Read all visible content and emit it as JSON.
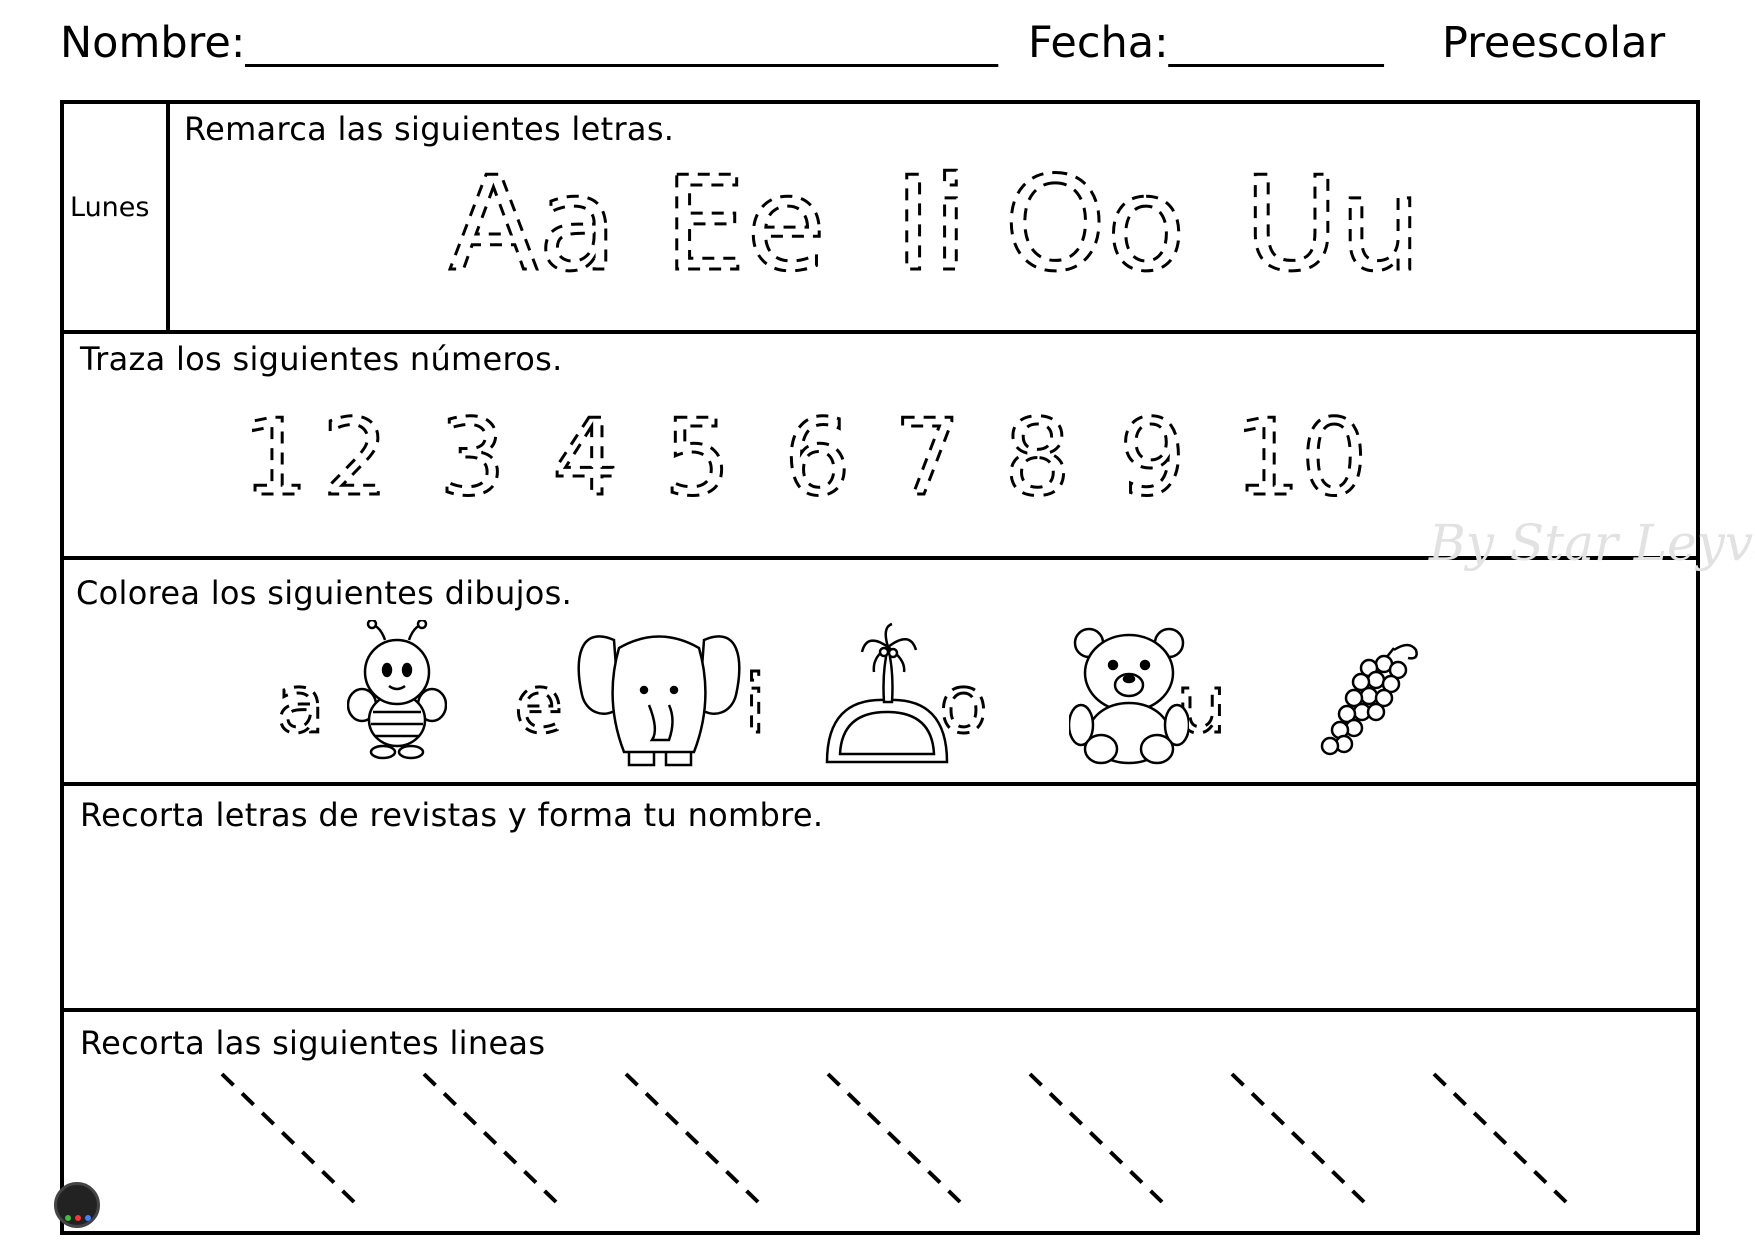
{
  "header": {
    "name_label": "Nombre:___________________________________",
    "date_label": "Fecha:__________",
    "level_label": "Preescolar"
  },
  "rows": {
    "day_label": "Lunes",
    "row1_instruction": "Remarca las siguientes letras.",
    "row2_instruction": "Traza los siguientes números.",
    "row3_instruction": "Colorea los siguientes dibujos.",
    "row4_instruction": "Recorta letras de revistas y forma tu nombre.",
    "row5_instruction": "Recorta las siguientes lineas"
  },
  "tracing_letters": [
    "Aa",
    "Ee",
    "Ii",
    "Oo",
    "Uu"
  ],
  "tracing_numbers": [
    "1",
    "2",
    "3",
    "4",
    "5",
    "6",
    "7",
    "8",
    "9",
    "10"
  ],
  "coloring_vowels": [
    "a",
    "e",
    "i",
    "o",
    "u"
  ],
  "coloring_pictures": [
    "bee-icon",
    "elephant-icon",
    "island-icon",
    "bear-icon",
    "grapes-icon"
  ],
  "watermark": "By Star Leyva",
  "logo": "logo-icon",
  "cut_line_count": 7
}
